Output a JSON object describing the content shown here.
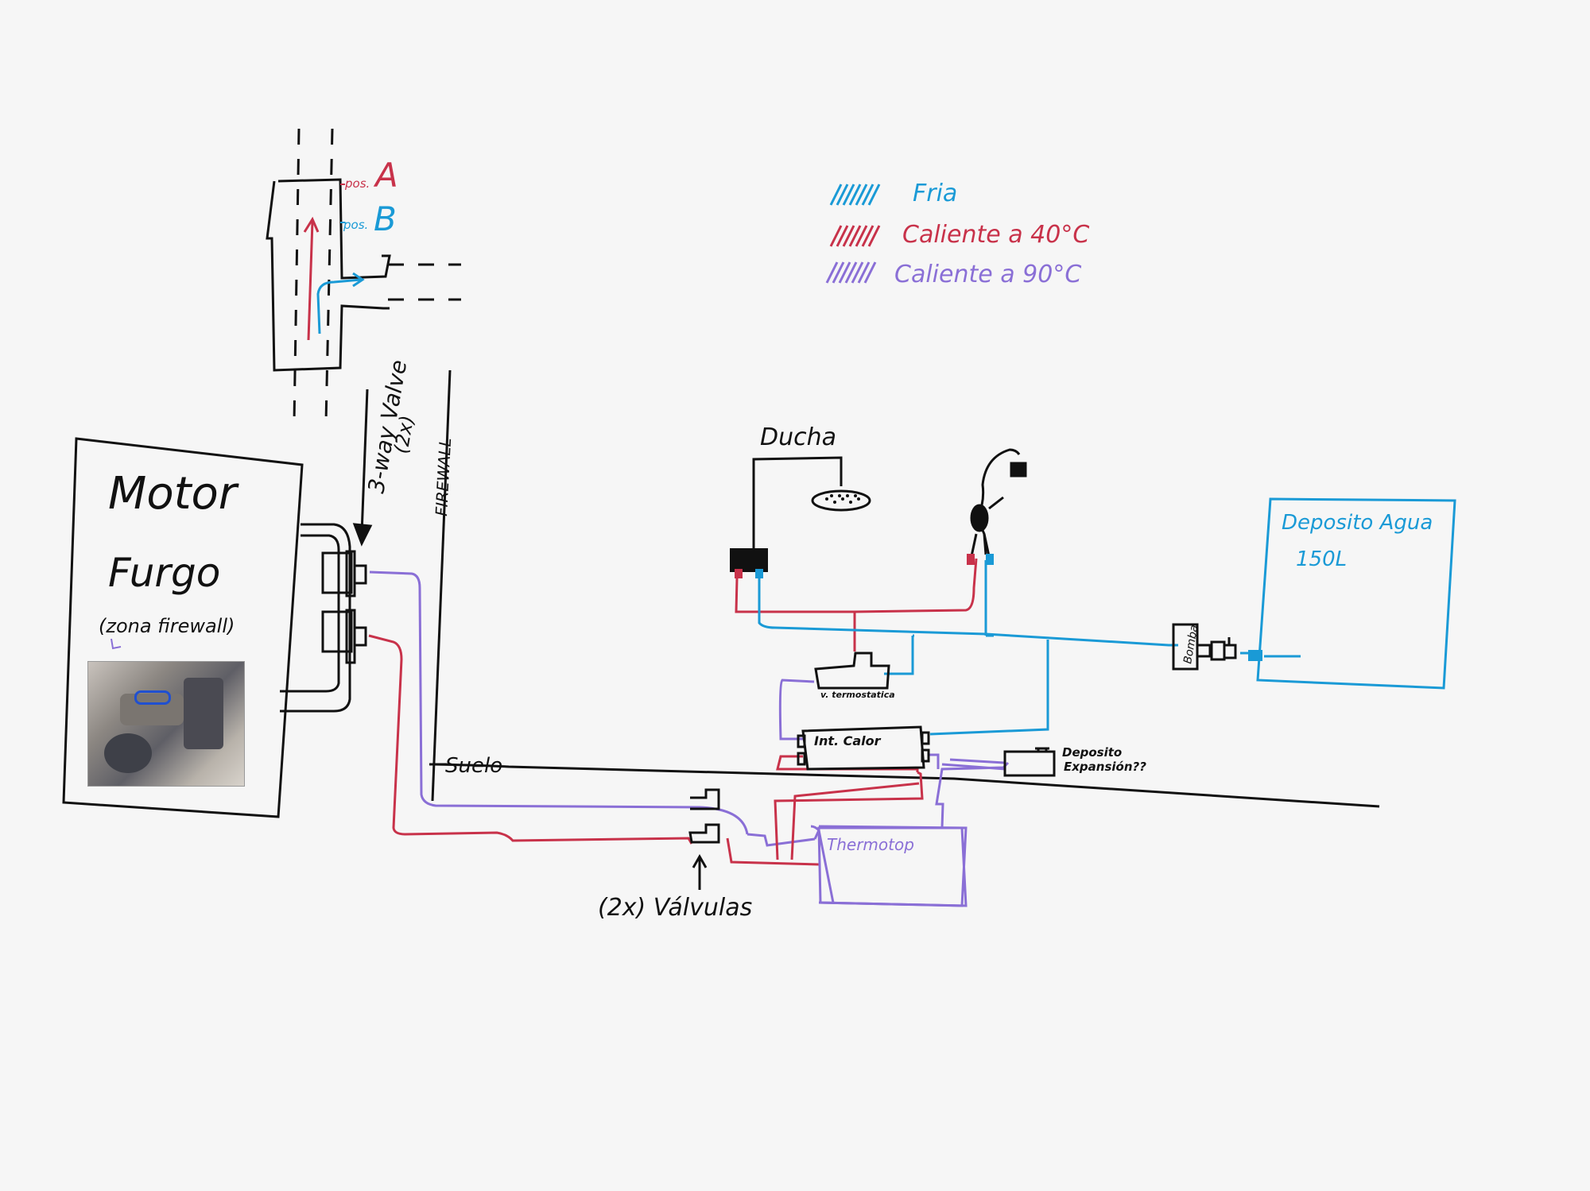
{
  "legend": {
    "items": [
      {
        "label": "Fria",
        "color": "#1a9ad6"
      },
      {
        "label": "Caliente a 40°C",
        "color": "#c8324a"
      },
      {
        "label": "Caliente a 90°C",
        "color": "#8a6fd6"
      }
    ]
  },
  "valve_detail": {
    "pos_a_prefix": "pos.",
    "pos_a": "A",
    "pos_b_prefix": "pos.",
    "pos_b": "B",
    "caption": "3-way Valve",
    "count": "(2x)"
  },
  "engine": {
    "title": "Motor",
    "subtitle": "Furgo",
    "note": "(zona firewall)"
  },
  "labels": {
    "firewall": "FIREWALL",
    "suelo": "Suelo",
    "ducha": "Ducha",
    "deposito_agua": "Deposito Agua",
    "capacity": "150L",
    "v_termostatica": "v. termostatica",
    "int_calor": "Int. Calor",
    "deposito_expansion_1": "Deposito",
    "deposito_expansion_2": "Expansión??",
    "thermotop": "Thermotop",
    "valvulas": "(2x) Válvulas",
    "pump": "Bomba"
  },
  "colors": {
    "cold": "#1a9ad6",
    "warm": "#c8324a",
    "hot": "#8a6fd6",
    "ink": "#111111"
  }
}
